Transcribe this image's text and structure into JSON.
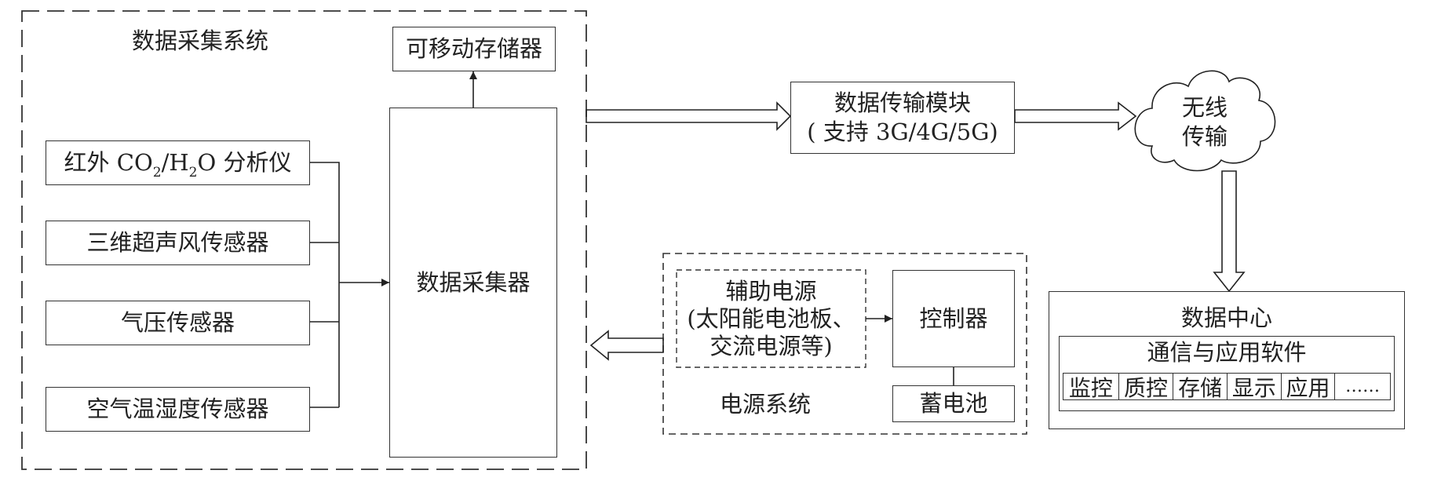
{
  "acquisition_system": {
    "title": "数据采集系统",
    "removable_storage": "可移动存储器",
    "logger": "数据采集器",
    "sensors": {
      "ir_analyzer": {
        "prefix": "红外 CO",
        "sub1": "2",
        "mid": "/H",
        "sub2": "2",
        "suffix": "O 分析仪"
      },
      "sonic_anemometer": "三维超声风传感器",
      "pressure": "气压传感器",
      "temp_humidity": "空气温湿度传感器"
    }
  },
  "transmission": {
    "module_line1": "数据传输模块",
    "module_line2": "( 支持 3G/4G/5G)",
    "wireless_line1": "无线",
    "wireless_line2": "传输"
  },
  "power_system": {
    "title": "电源系统",
    "aux_line1": "辅助电源",
    "aux_line2": "(太阳能电池板、",
    "aux_line3": "交流电源等)",
    "controller": "控制器",
    "battery": "蓄电池"
  },
  "data_center": {
    "title": "数据中心",
    "software_title": "通信与应用软件",
    "modules": [
      "监控",
      "质控",
      "存储",
      "显示",
      "应用",
      "……"
    ]
  }
}
